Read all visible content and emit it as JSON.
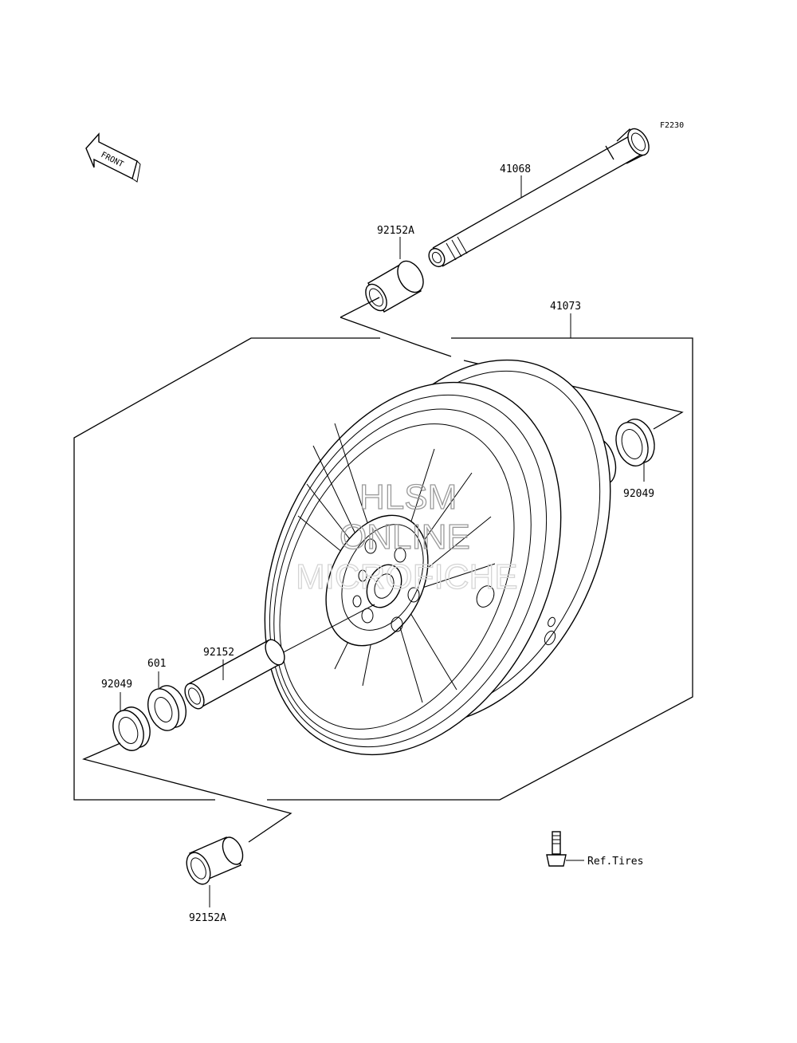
{
  "diagram_code": "F2230",
  "front_label": "FRONT",
  "watermark": [
    "HLSM",
    "ONLINE",
    "MICROFICHE"
  ],
  "parts": {
    "axle": "41068",
    "collar_upper": "92152A",
    "wheel_assembly": "41073",
    "bearing_right": "601",
    "seal_right": "92049",
    "collar_center": "92152",
    "bearing_left": "601",
    "seal_left": "92049",
    "collar_lower": "92152A"
  },
  "ref_tires": "Ref.Tires"
}
